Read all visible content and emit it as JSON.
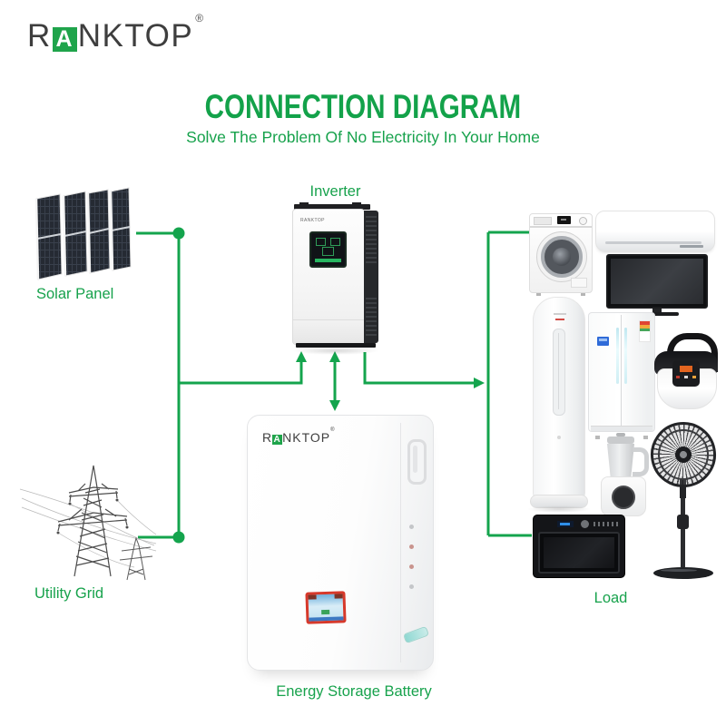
{
  "brand": {
    "prefix": "R",
    "accent": "A",
    "suffix": "NKTOP",
    "registered": "®",
    "full": "RANKTOP"
  },
  "header": {
    "title": "CONNECTION DIAGRAM",
    "subtitle": "Solve The Problem Of No Electricity In Your Home"
  },
  "labels": {
    "solar_panel": "Solar Panel",
    "inverter": "Inverter",
    "utility_grid": "Utility Grid",
    "battery": "Energy Storage Battery",
    "load": "Load"
  },
  "colors": {
    "green_accent": "#14a44d",
    "logo_green": "#1fa44b",
    "logo_text_dark": "#3e3e3e",
    "battery_screen_frame_red": "#d6392b"
  },
  "load_icons": [
    "washing-machine-icon",
    "wall-air-conditioner-icon",
    "tv-icon",
    "floor-standing-ac-icon",
    "refrigerator-icon",
    "rice-cooker-icon",
    "blender-icon",
    "standing-fan-icon",
    "microwave-oven-icon"
  ]
}
